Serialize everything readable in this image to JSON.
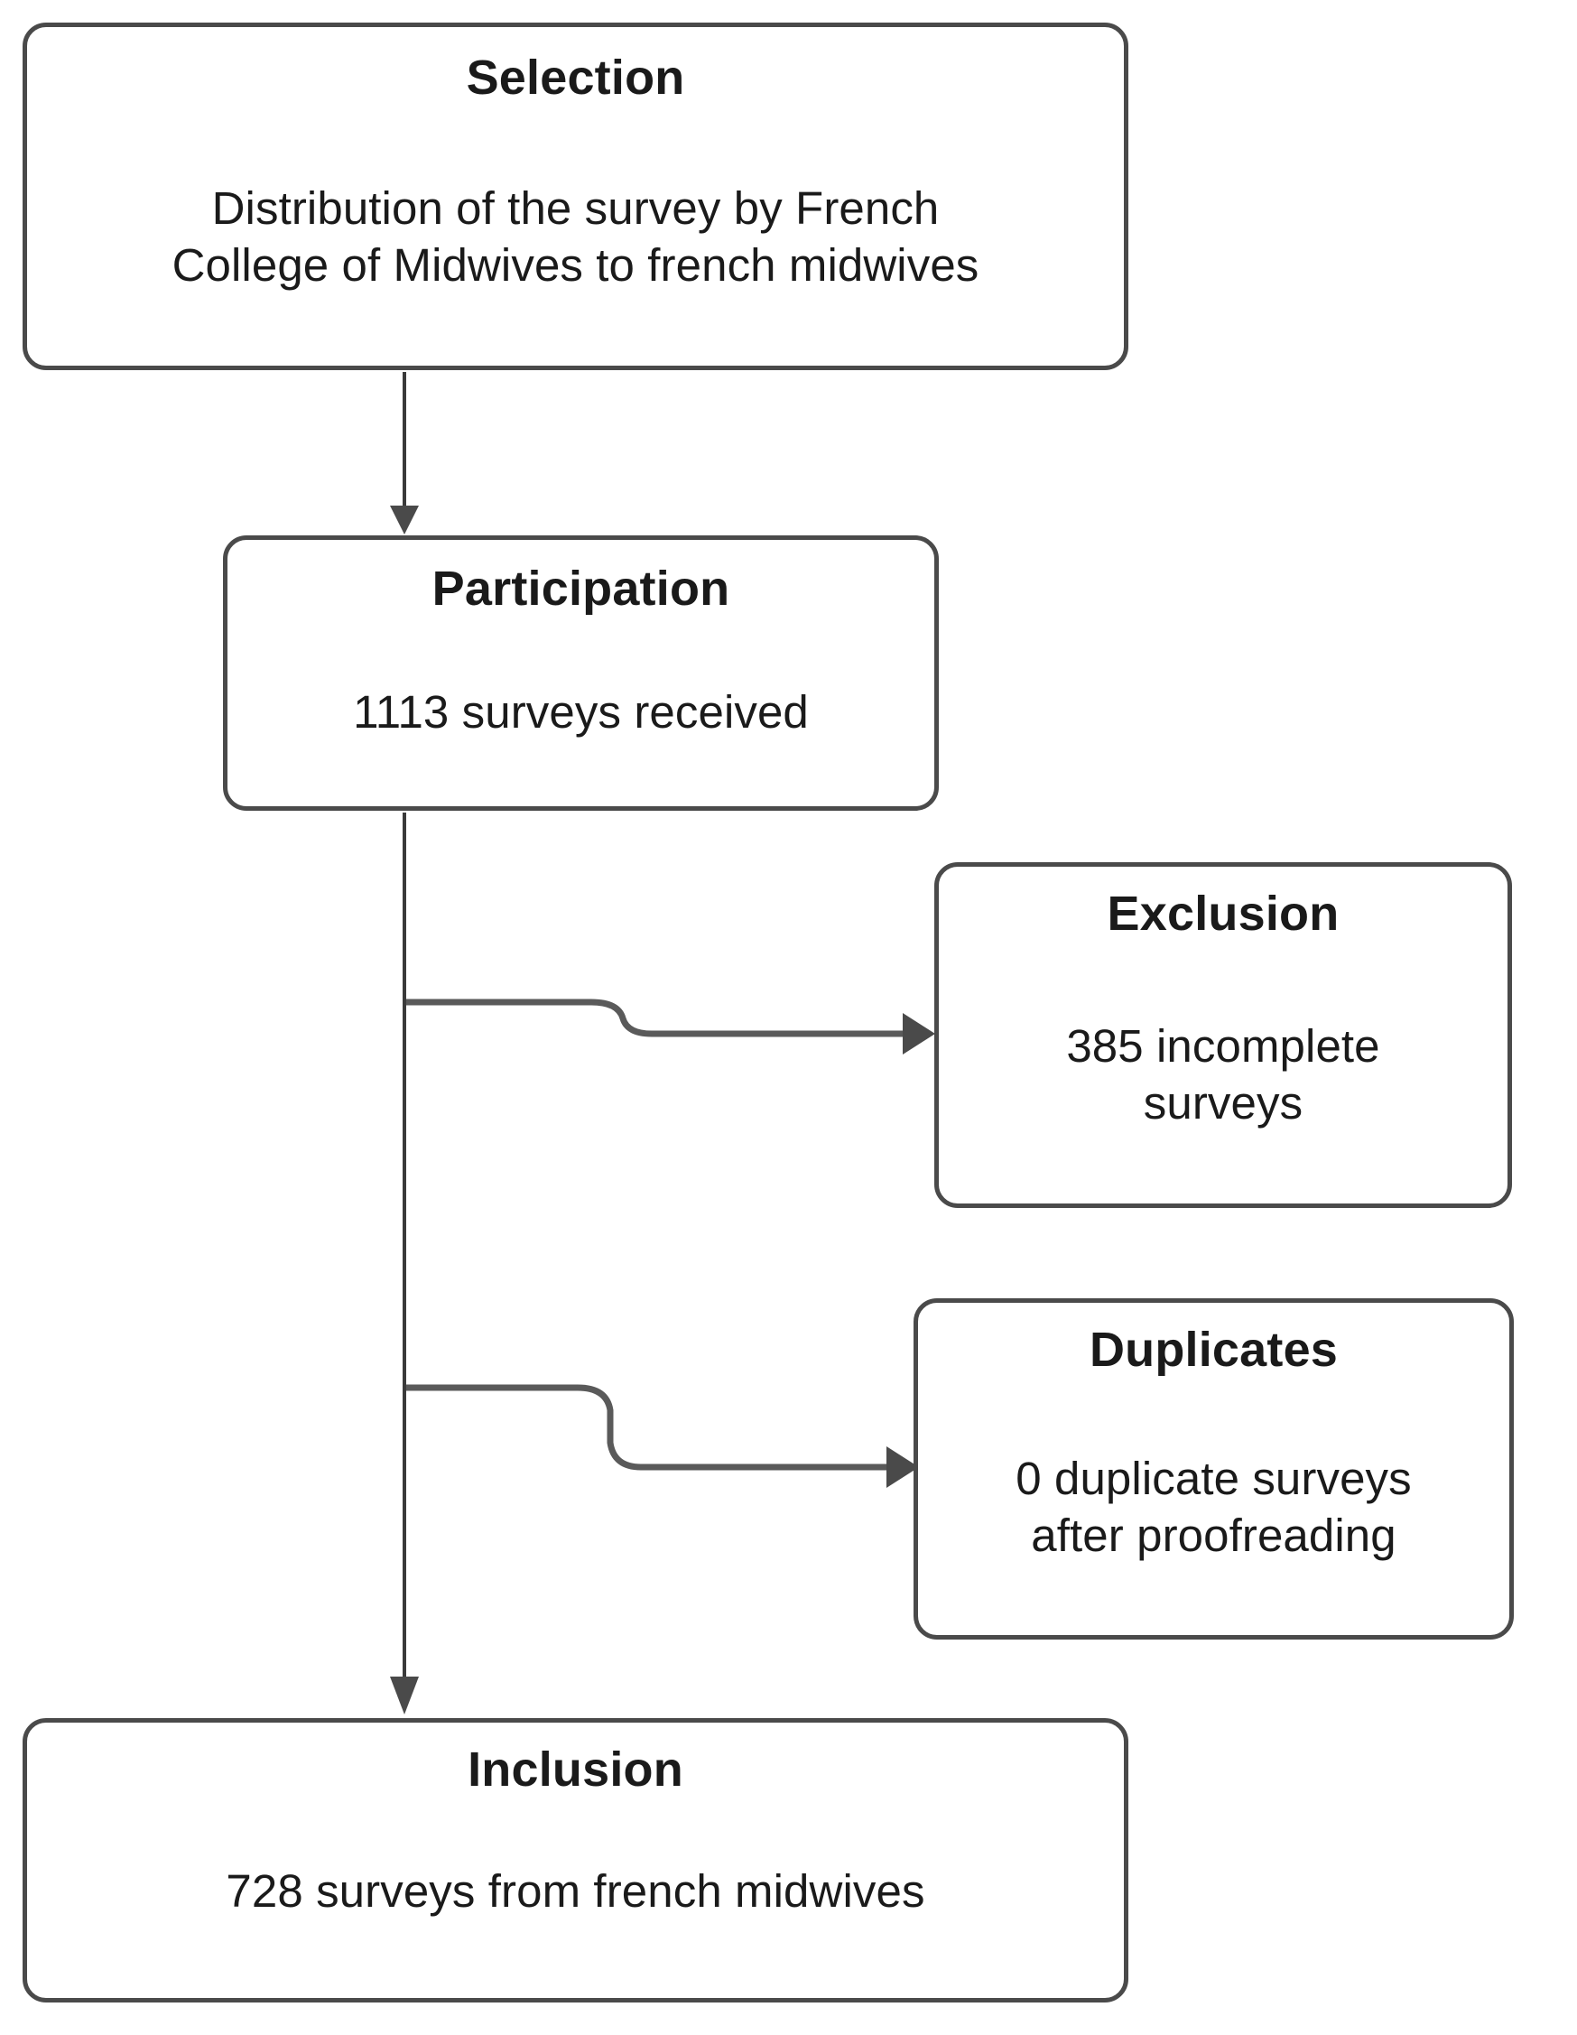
{
  "diagram": {
    "type": "flowchart",
    "orientation": "vertical",
    "accent_color": "#4a4a4a",
    "text_color": "#1a1a1a",
    "background": "#ffffff",
    "nodes": [
      {
        "id": "selection",
        "title": "Selection",
        "body_line_1": "Distribution of the survey by French",
        "body_line_2": "College of Midwives to french midwives"
      },
      {
        "id": "participation",
        "title": "Participation",
        "body_line_1": "1113 surveys received",
        "count": 1113
      },
      {
        "id": "exclusion",
        "title": "Exclusion",
        "body_line_1": "385 incomplete",
        "body_line_2": "surveys",
        "count": 385
      },
      {
        "id": "duplicates",
        "title": "Duplicates",
        "body_line_1": "0 duplicate surveys",
        "body_line_2": "after proofreading",
        "count": 0
      },
      {
        "id": "inclusion",
        "title": "Inclusion",
        "body_line_1": "728 surveys from french midwives",
        "count": 728
      }
    ],
    "edges": [
      {
        "from": "selection",
        "to": "participation",
        "style": "straight-down-arrow"
      },
      {
        "from": "participation",
        "to": "exclusion",
        "style": "stepped-right-arrow"
      },
      {
        "from": "participation",
        "to": "duplicates",
        "style": "stepped-right-arrow"
      },
      {
        "from": "participation",
        "to": "inclusion",
        "style": "straight-down-arrow"
      }
    ]
  }
}
